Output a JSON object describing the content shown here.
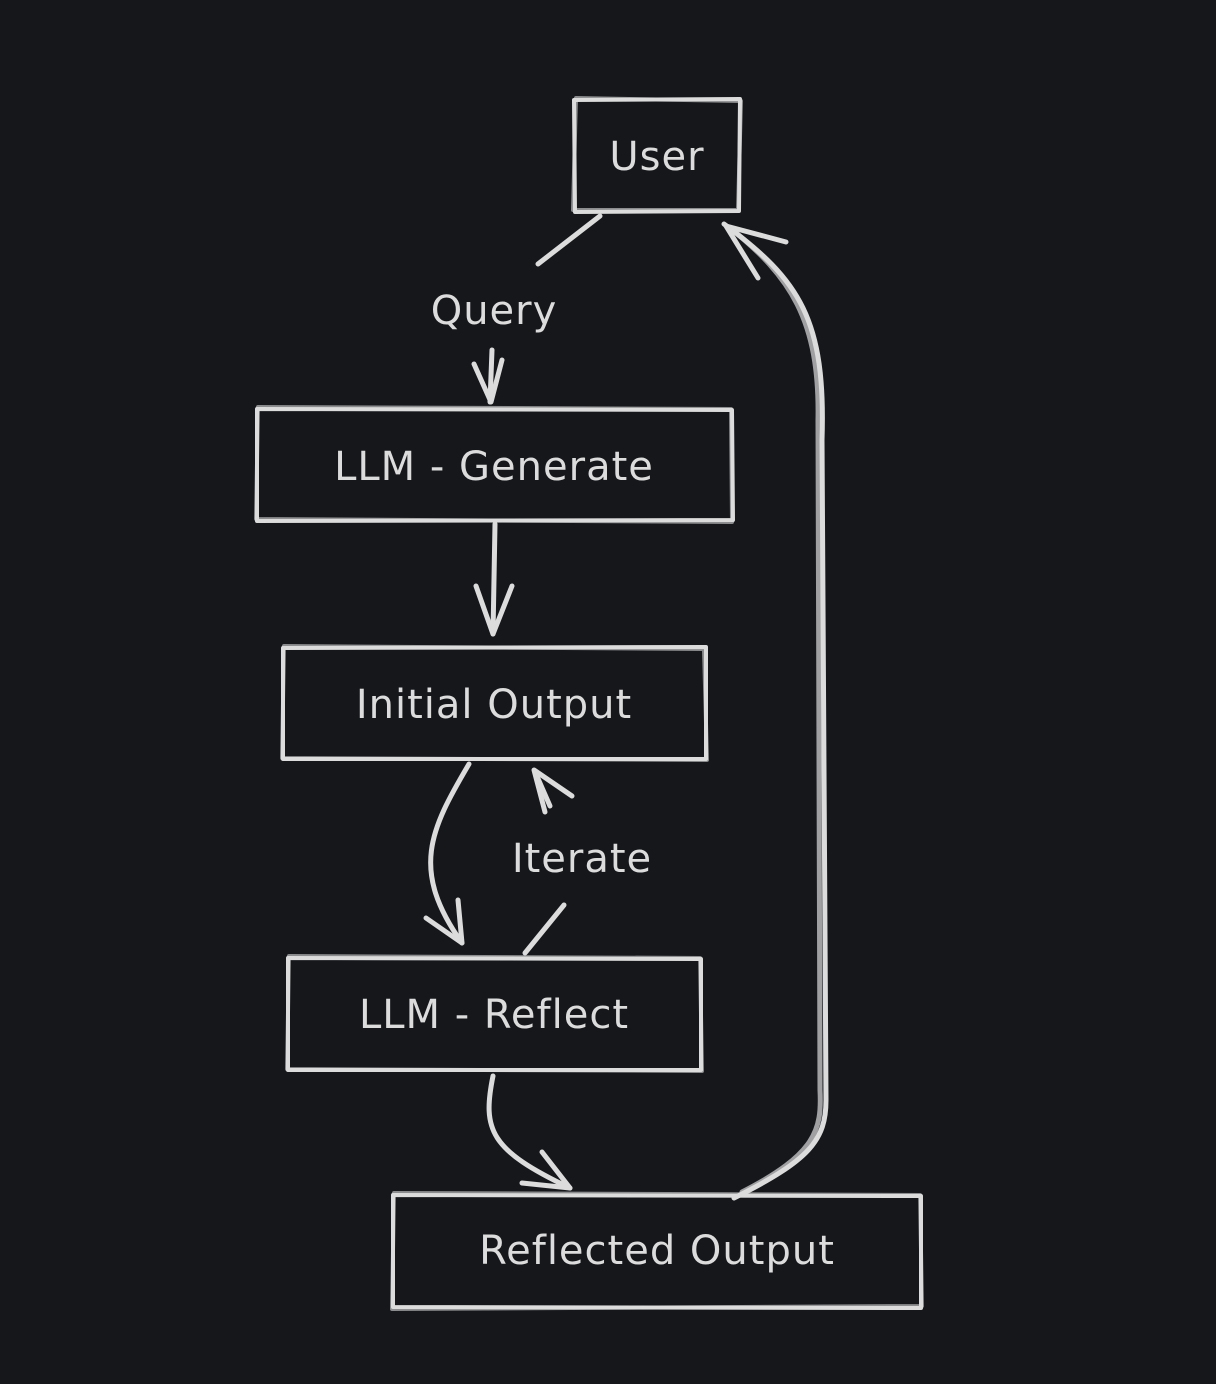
{
  "nodes": {
    "user": "User",
    "llm_generate": "LLM - Generate",
    "initial_output": "Initial Output",
    "llm_reflect": "LLM - Reflect",
    "reflected_output": "Reflected Output"
  },
  "edges": {
    "query": "Query",
    "iterate": "Iterate"
  },
  "colors": {
    "background": "#15171b",
    "stroke": "#dcdcdc"
  }
}
